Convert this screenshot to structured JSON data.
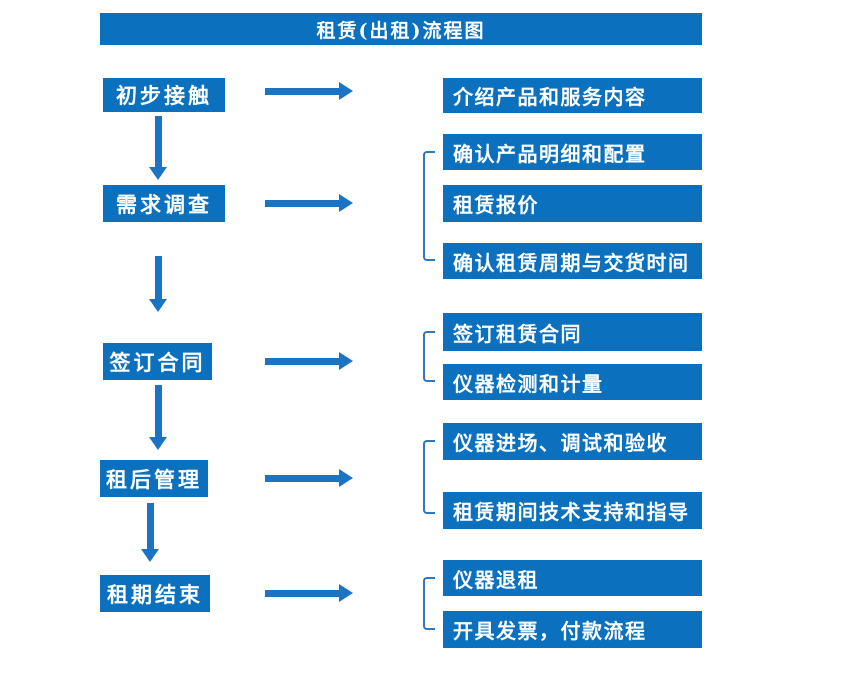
{
  "title": "租赁(出租)流程图",
  "colors": {
    "primary_blue": "#0b70bd",
    "arrow_blue": "#1b73c4",
    "bracket_blue": "#2e78c0",
    "text_white": "#ffffff",
    "background": "#ffffff"
  },
  "steps": [
    {
      "label": "初步接触",
      "details": [
        "介绍产品和服务内容"
      ]
    },
    {
      "label": "需求调查",
      "details": [
        "确认产品明细和配置",
        "租赁报价",
        "确认租赁周期与交货时间"
      ]
    },
    {
      "label": "签订合同",
      "details": [
        "签订租赁合同",
        "仪器检测和计量"
      ]
    },
    {
      "label": "租后管理",
      "details": [
        "仪器进场、调试和验收",
        "租赁期间技术支持和指导"
      ]
    },
    {
      "label": "租期结束",
      "details": [
        "仪器退租",
        "开具发票，付款流程"
      ]
    }
  ]
}
